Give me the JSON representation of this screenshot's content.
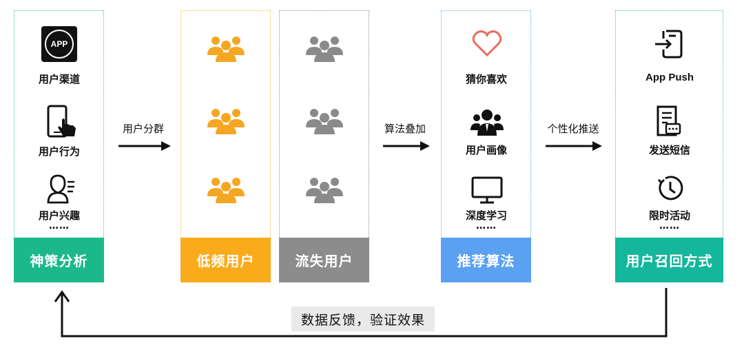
{
  "columns": {
    "analysis": {
      "title": "神策分析",
      "items": [
        "用户渠道",
        "用户行为",
        "用户兴趣"
      ],
      "ellipsis": "……",
      "icon_text": "APP",
      "color": "#1bb98a"
    },
    "low_freq": {
      "title": "低频用户",
      "color": "#f9ab1c"
    },
    "lost": {
      "title": "流失用户",
      "color": "#8c8c8c"
    },
    "recommend": {
      "title": "推荐算法",
      "items": [
        "猜你喜欢",
        "用户画像",
        "深度学习"
      ],
      "ellipsis": "……",
      "color": "#5aa1f2"
    },
    "recall": {
      "title": "用户召回方式",
      "items": [
        "App Push",
        "发送短信",
        "限时活动"
      ],
      "ellipsis": "……",
      "color": "#14b69c"
    }
  },
  "arrows": {
    "segment": "用户分群",
    "algorithm": "算法叠加",
    "push": "个性化推送"
  },
  "feedback": "数据反馈，验证效果",
  "icons": {
    "user_group": "user-group-icon",
    "app": "app-icon",
    "phone_touch": "phone-touch-icon",
    "person_interest": "person-interest-icon",
    "heart": "heart-icon",
    "team": "team-icon",
    "monitor": "monitor-icon",
    "app_push": "app-push-icon",
    "sms": "sms-icon",
    "clock": "clock-icon"
  }
}
